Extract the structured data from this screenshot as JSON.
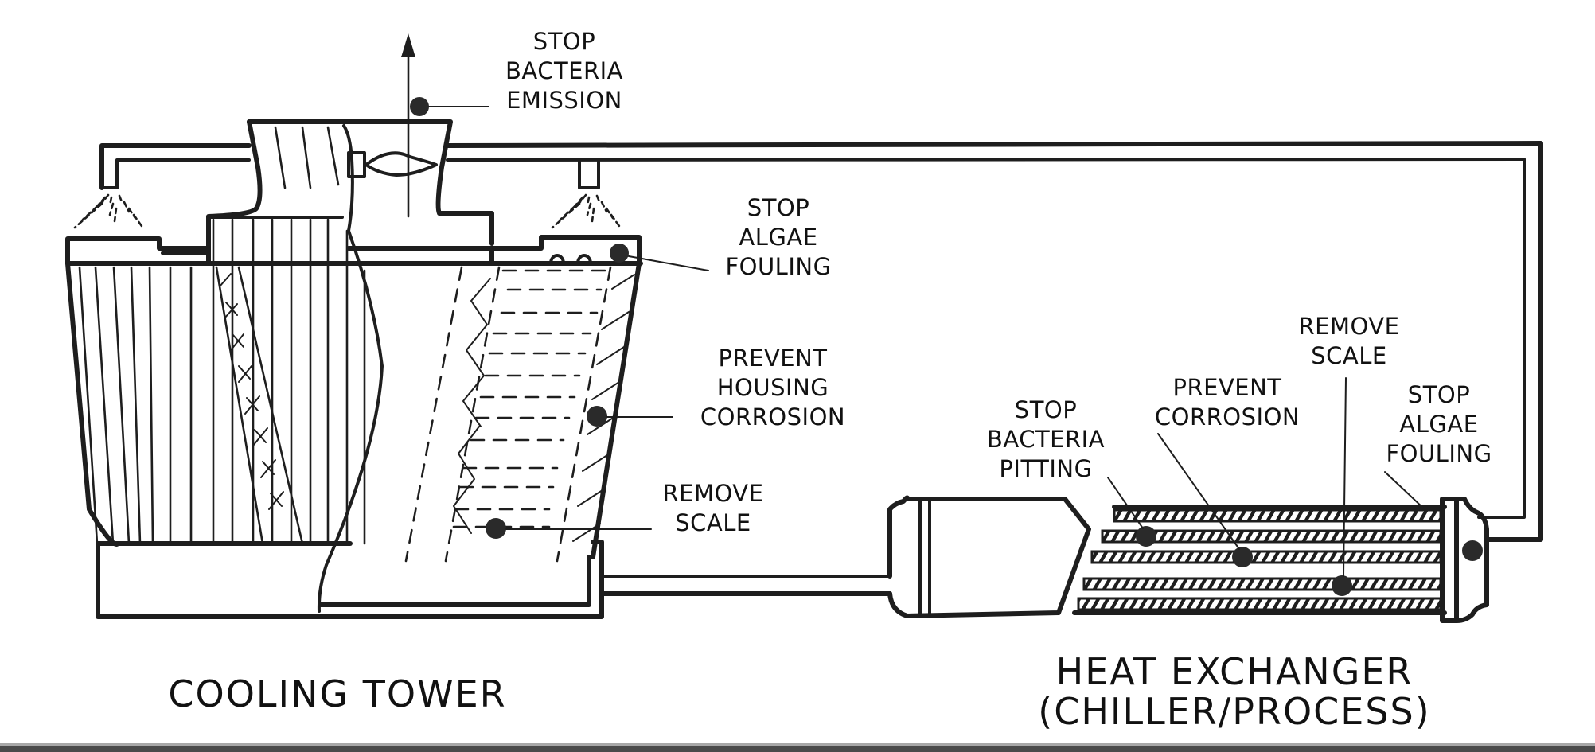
{
  "diagram": {
    "sections": {
      "cooling_tower": {
        "title": "COOLING TOWER"
      },
      "heat_exchanger": {
        "title_line1": "HEAT EXCHANGER",
        "title_line2": "(CHILLER/PROCESS)"
      }
    },
    "callouts": {
      "tower_bacteria_emission": {
        "lines": [
          "STOP",
          "BACTERIA",
          "EMISSION"
        ]
      },
      "tower_algae_fouling": {
        "lines": [
          "STOP",
          "ALGAE",
          "FOULING"
        ]
      },
      "tower_housing_corrosion": {
        "lines": [
          "PREVENT",
          "HOUSING",
          "CORROSION"
        ]
      },
      "tower_remove_scale": {
        "lines": [
          "REMOVE",
          "SCALE"
        ]
      },
      "hx_bacteria_pitting": {
        "lines": [
          "STOP",
          "BACTERIA",
          "PITTING"
        ]
      },
      "hx_prevent_corrosion": {
        "lines": [
          "PREVENT",
          "CORROSION"
        ]
      },
      "hx_remove_scale": {
        "lines": [
          "REMOVE",
          "SCALE"
        ]
      },
      "hx_algae_fouling": {
        "lines": [
          "STOP",
          "ALGAE",
          "FOULING"
        ]
      }
    },
    "colors": {
      "ink": "#1e1e1e",
      "background": "#ffffff",
      "frame_bar": "#4a4a4a"
    }
  }
}
